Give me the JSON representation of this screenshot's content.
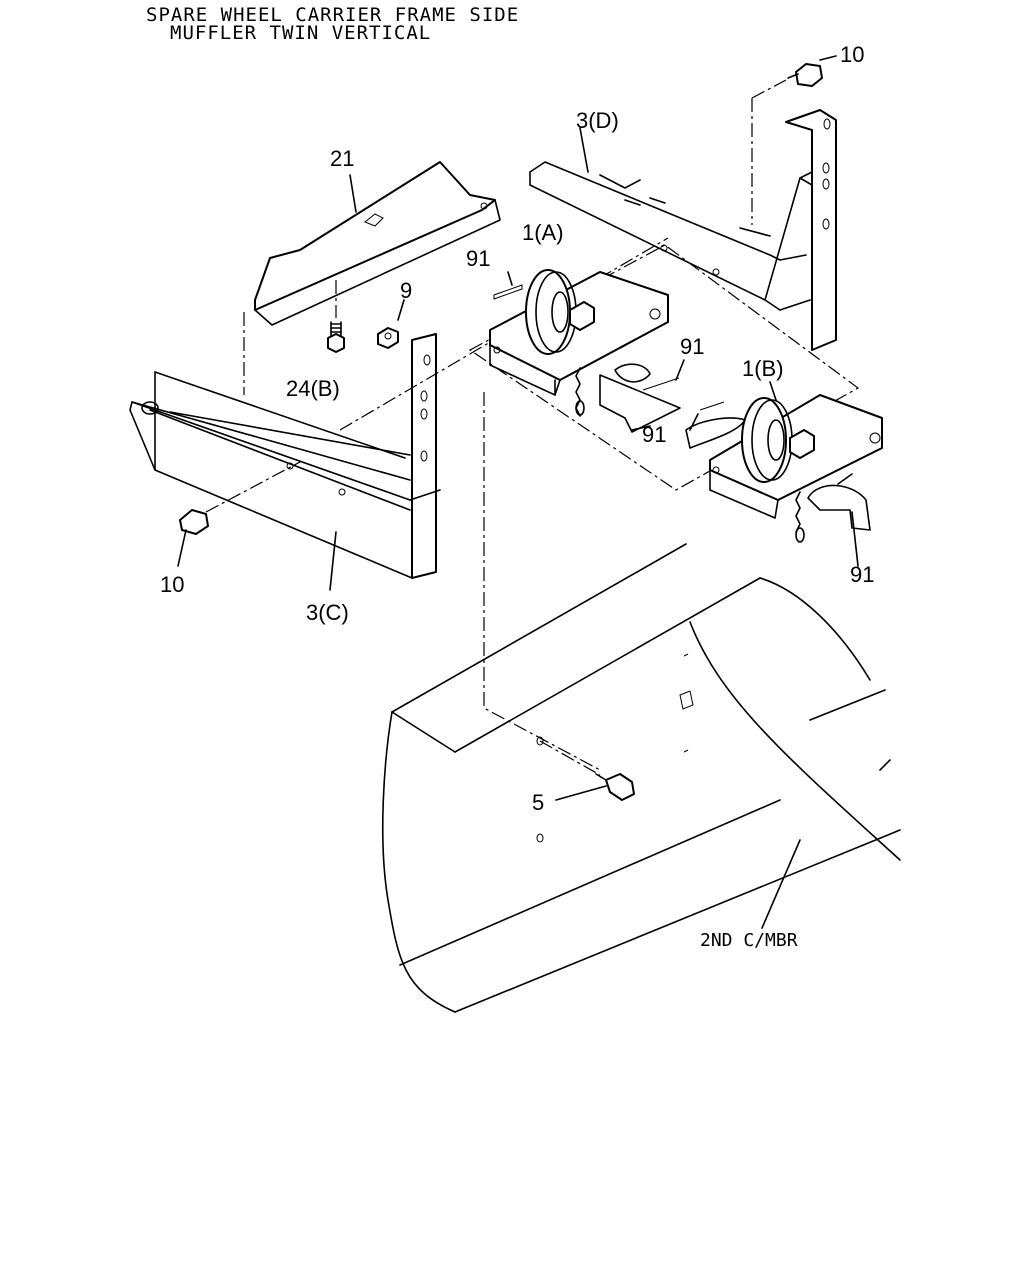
{
  "header": {
    "line1": "SPARE WHEEL CARRIER FRAME SIDE",
    "line2": "MUFFLER TWIN VERTICAL"
  },
  "callouts": {
    "c10_top": "10",
    "c3d": "3(D)",
    "c21": "21",
    "c1a": "1(A)",
    "c91_a": "91",
    "c9": "9",
    "c24b": "24(B)",
    "c91_b": "91",
    "c1b": "1(B)",
    "c91_c": "91",
    "c10_left": "10",
    "c3c": "3(C)",
    "c91_d": "91",
    "c5": "5",
    "frame_member": "2ND C/MBR"
  }
}
